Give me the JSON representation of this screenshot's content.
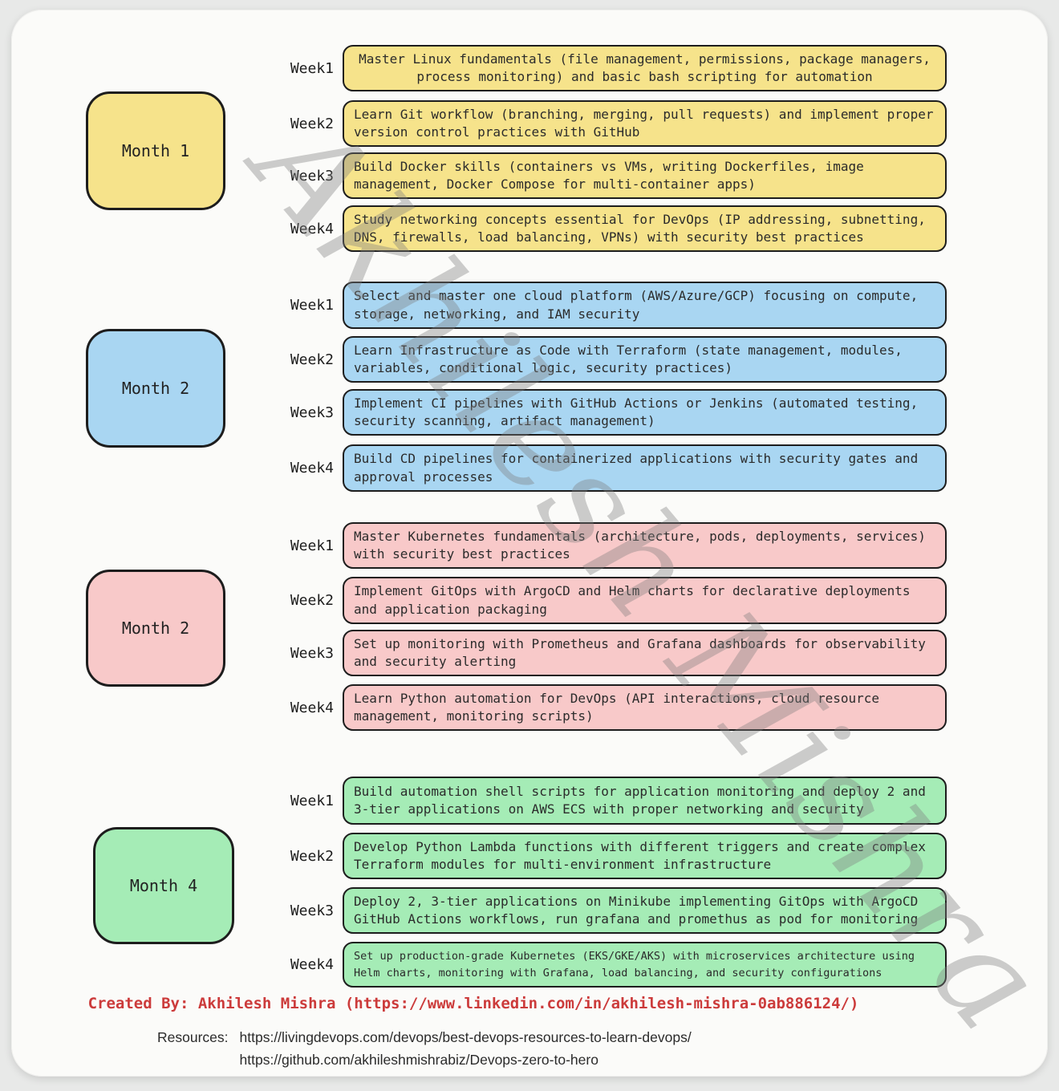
{
  "watermark": "Akhilesh Mishra",
  "palette": {
    "month1_yellow": "#F6E38B",
    "month2_blue": "#A9D6F2",
    "month3_pink": "#F8C9C9",
    "month4_green": "#A5ECB6",
    "box_border": "#1d1d1d",
    "created_by_red": "#CC3B3B",
    "card_background": "#FBFBF9"
  },
  "months": [
    {
      "label": "Month 1",
      "weeks": [
        {
          "label": "Week1",
          "text": "Master Linux fundamentals (file management, permissions, package managers, process monitoring) and basic bash scripting for automation"
        },
        {
          "label": "Week2",
          "text": "Learn Git workflow (branching, merging, pull requests) and implement proper version control practices with GitHub"
        },
        {
          "label": "Week3",
          "text": "Build Docker skills (containers vs VMs, writing Dockerfiles, image management, Docker Compose for multi-container apps)"
        },
        {
          "label": "Week4",
          "text": "Study networking concepts essential for DevOps (IP addressing, subnetting, DNS, firewalls, load balancing, VPNs) with security best practices"
        }
      ]
    },
    {
      "label": "Month 2",
      "weeks": [
        {
          "label": "Week1",
          "text": "Select and master one cloud platform (AWS/Azure/GCP) focusing on compute, storage, networking, and IAM security"
        },
        {
          "label": "Week2",
          "text": "Learn Infrastructure as Code with Terraform (state management, modules, variables, conditional logic, security practices)"
        },
        {
          "label": "Week3",
          "text": "Implement CI pipelines with GitHub Actions or Jenkins (automated testing, security scanning, artifact management)"
        },
        {
          "label": "Week4",
          "text": "Build CD pipelines for containerized applications with security gates and approval processes"
        }
      ]
    },
    {
      "label": "Month 2",
      "weeks": [
        {
          "label": "Week1",
          "text": "Master Kubernetes fundamentals (architecture, pods, deployments, services) with security best practices"
        },
        {
          "label": "Week2",
          "text": "Implement GitOps with ArgoCD and Helm charts for declarative deployments and application packaging"
        },
        {
          "label": "Week3",
          "text": "Set up monitoring with Prometheus and Grafana dashboards for observability and security alerting"
        },
        {
          "label": "Week4",
          "text": "Learn Python automation for DevOps (API interactions, cloud resource management, monitoring scripts)"
        }
      ]
    },
    {
      "label": "Month 4",
      "weeks": [
        {
          "label": "Week1",
          "text": "Build automation shell scripts for application monitoring and deploy 2 and 3-tier applications on AWS ECS with proper networking and security"
        },
        {
          "label": "Week2",
          "text": "Develop Python Lambda functions with different triggers and create complex Terraform modules for multi-environment infrastructure"
        },
        {
          "label": "Week3",
          "text": "Deploy 2, 3-tier applications on Minikube implementing GitOps with ArgoCD GitHub Actions workflows, run grafana and promethus as pod for monitoring"
        },
        {
          "label": "Week4",
          "text": "Set up production-grade Kubernetes (EKS/GKE/AKS) with microservices architecture using Helm charts, monitoring with Grafana, load balancing, and security configurations"
        }
      ]
    }
  ],
  "footer": {
    "created_by": "Created By: Akhilesh Mishra (https://www.linkedin.com/in/akhilesh-mishra-0ab886124/)",
    "resources_label": "Resources:",
    "resource_links": [
      "https://livingdevops.com/devops/best-devops-resources-to-learn-devops/",
      "https://github.com/akhileshmishrabiz/Devops-zero-to-hero"
    ]
  }
}
